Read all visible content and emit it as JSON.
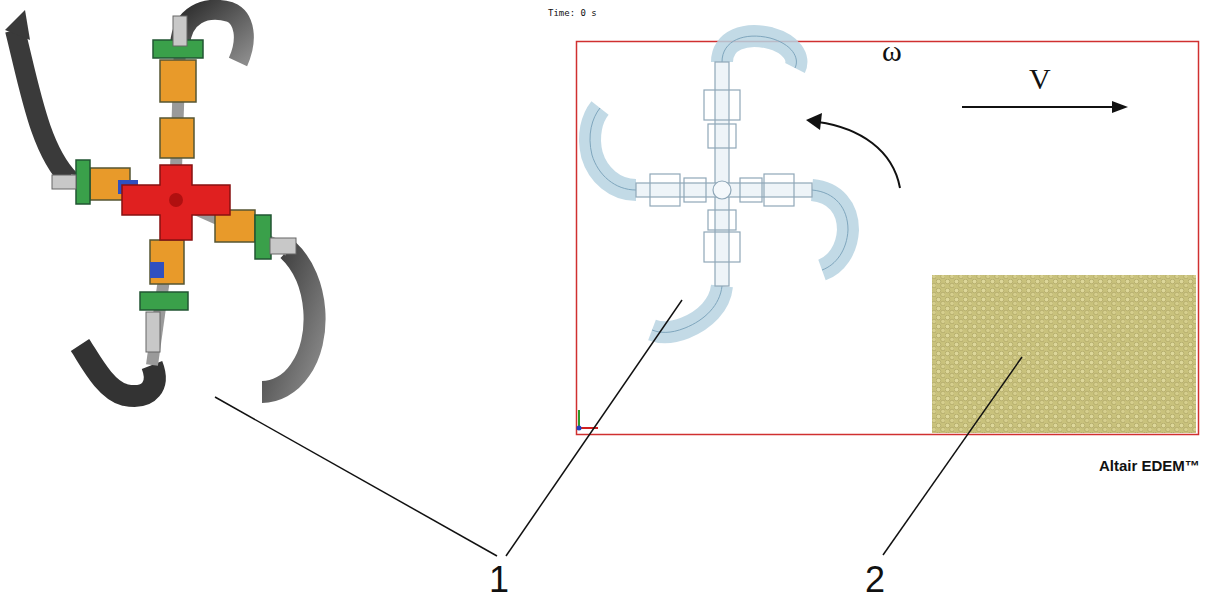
{
  "diagram": {
    "labels": [
      "Time: 0 s",
      "V",
      "ω",
      "Altair EDEM™",
      "1",
      "2"
    ]
  }
}
